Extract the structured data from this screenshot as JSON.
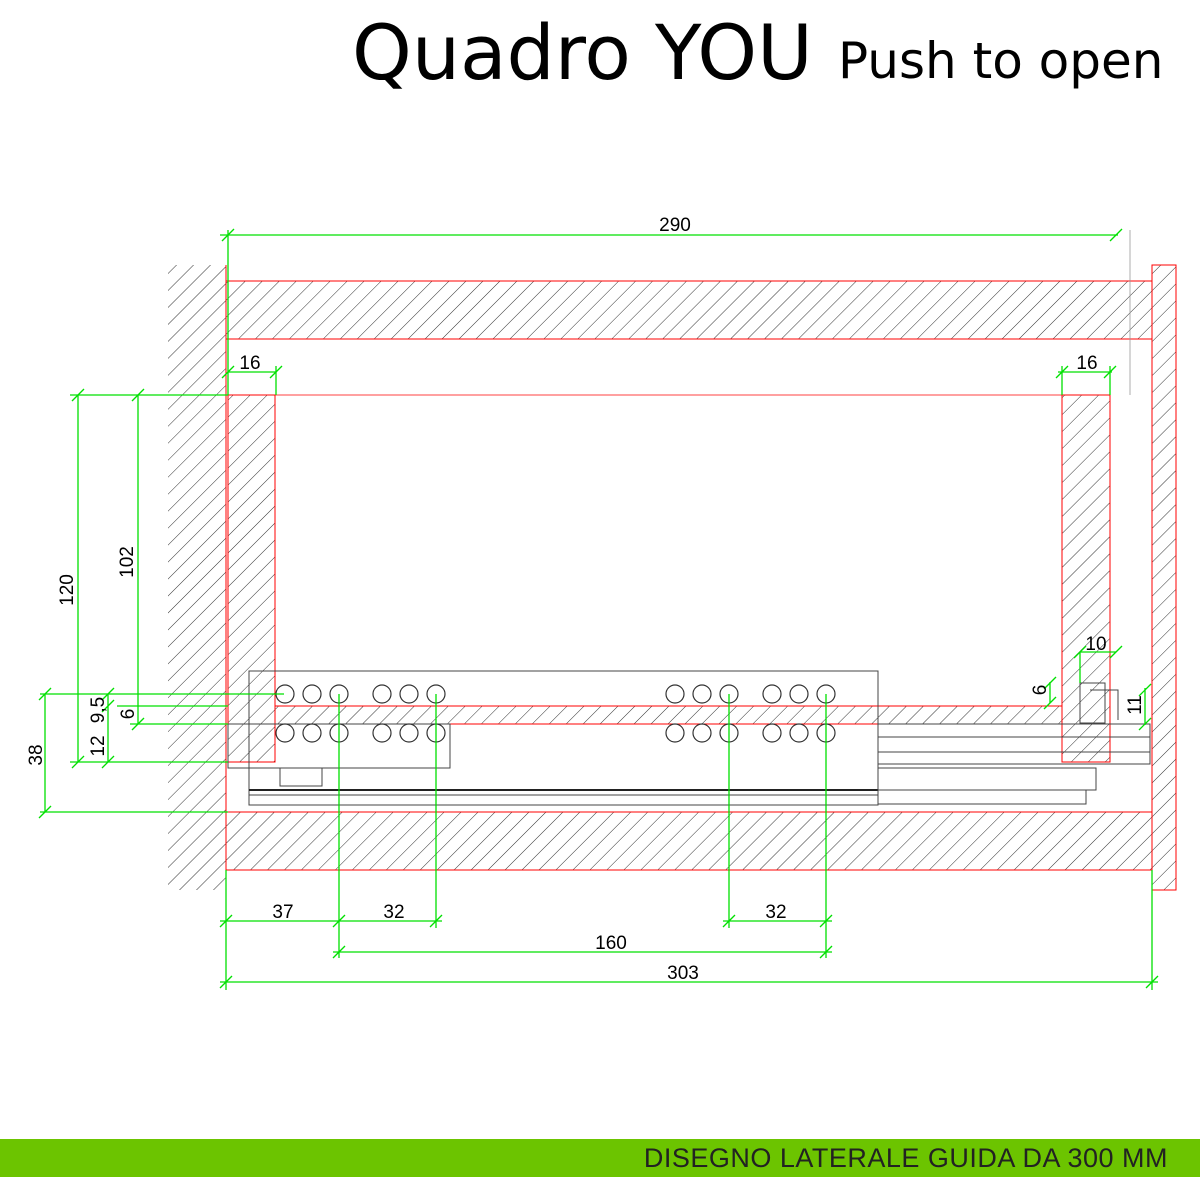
{
  "header": {
    "title": "Quadro YOU",
    "subtitle": "Push to open"
  },
  "footer": {
    "label": "DISEGNO LATERALE GUIDA DA 300 MM"
  },
  "dimensions": {
    "overall_top": "290",
    "side_left": "16",
    "side_right": "16",
    "height_outer": "120",
    "height_inner": "102",
    "runner_offset": "9,5",
    "bottom_thickness": "6",
    "runner_height": "12",
    "total_height": "38",
    "clip_width": "10",
    "clip_height": "6",
    "rear_height": "11",
    "hole_first": "37",
    "hole_pitch_left": "32",
    "hole_pitch_right": "32",
    "hole_span": "160",
    "overall_length": "303"
  },
  "colors": {
    "dimension": "#00e000",
    "section": "#ff0000",
    "footer": "#6cc400"
  }
}
